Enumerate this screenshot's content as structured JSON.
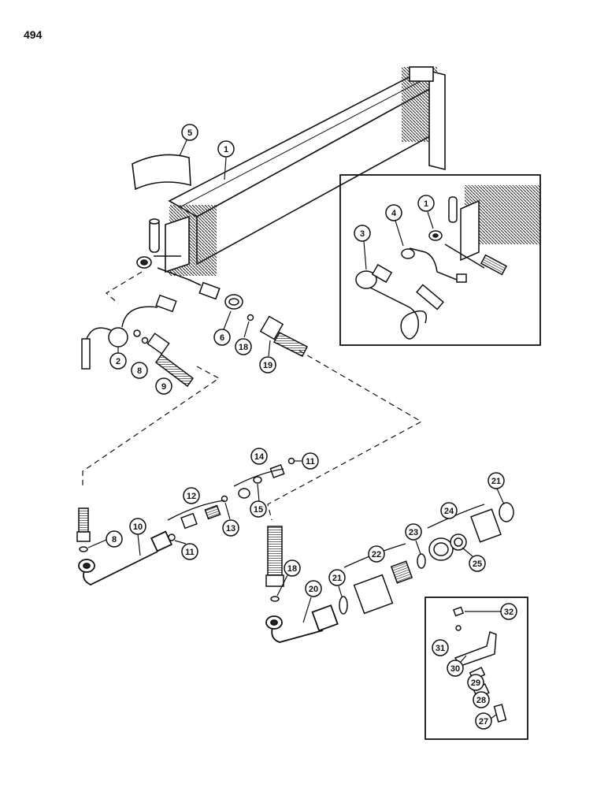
{
  "page_number": "494",
  "callouts": {
    "c1": "1",
    "c1b": "1",
    "c2": "2",
    "c3": "3",
    "c4": "4",
    "c5": "5",
    "c6": "6",
    "c8": "8",
    "c8b": "8",
    "c9": "9",
    "c10": "10",
    "c11": "11",
    "c11b": "11",
    "c12": "12",
    "c13": "13",
    "c14": "14",
    "c15": "15",
    "c18": "18",
    "c18b": "18",
    "c19": "19",
    "c20": "20",
    "c21": "21",
    "c21b": "21",
    "c22": "22",
    "c23": "23",
    "c24": "24",
    "c25": "25",
    "c27": "27",
    "c28": "28",
    "c29": "29",
    "c30": "30",
    "c31": "31",
    "c32": "32"
  }
}
